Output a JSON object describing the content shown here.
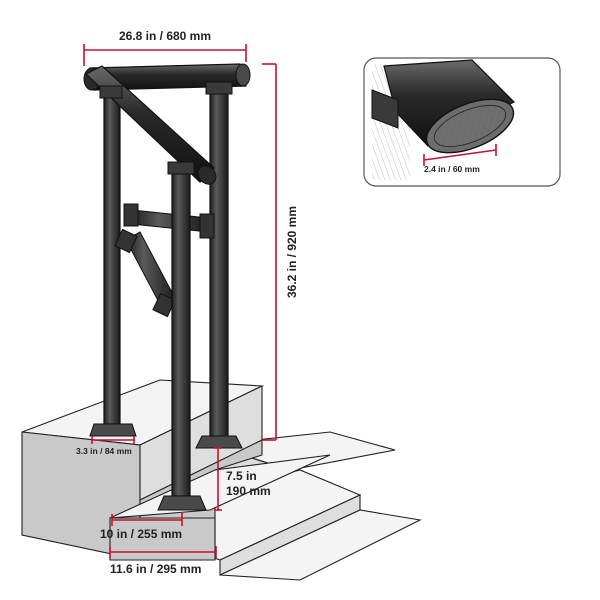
{
  "dimensions": {
    "top_width": "26.8 in / 680 mm",
    "height": "36.2 in / 920 mm",
    "diameter": "2.4 in / 60 mm",
    "base_plate": "3.3 in / 84 mm",
    "step_height_line1": "7.5 in",
    "step_height_line2": "190 mm",
    "post_spacing": "10 in / 255 mm",
    "overall_depth": "11.6 in / 295 mm"
  },
  "colors": {
    "dimension": "#c8102e",
    "ink": "#1a1a1a",
    "metal": "#3a3a3a"
  }
}
